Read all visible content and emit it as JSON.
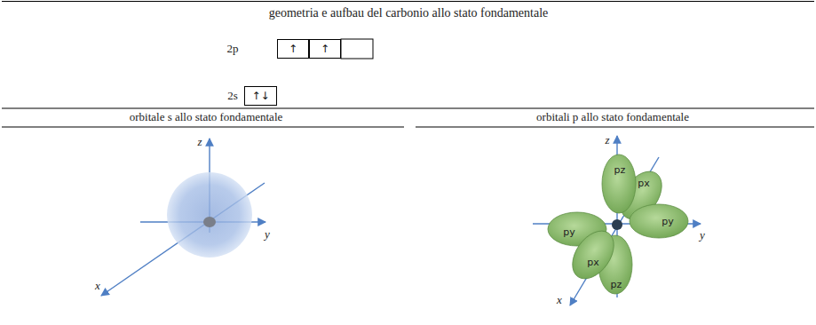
{
  "diagram": {
    "title": "geometria e aufbau del carbonio allo stato fondamentale",
    "nodes": [
      {
        "text": [
          "↑"
        ]
      },
      {
        "text": [
          "↑"
        ]
      },
      {
        "text": [
          "↑↓"
        ]
      }
    ],
    "labels": [
      "2p",
      "2s",
      "orbitale s allo stato fondamentale",
      "orbitali p allo stato fondamentale",
      "z",
      "y",
      "x",
      "z",
      "pz",
      "px",
      "py",
      "py",
      "y",
      "px",
      "pz",
      "x"
    ]
  }
}
